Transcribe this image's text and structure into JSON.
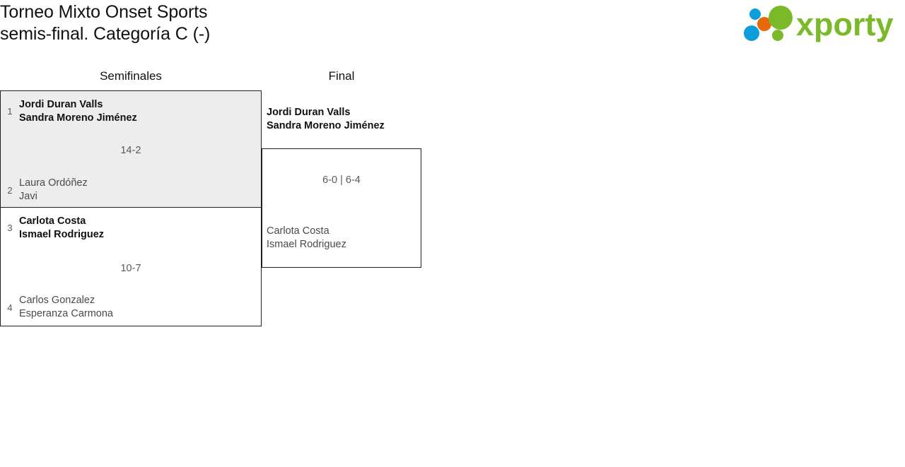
{
  "header": {
    "title": "Torneo Mixto Onset Sports\nsemis-final. Categoría C (-)",
    "brand": {
      "name": "xporty",
      "wordmark": "xporty",
      "colors": {
        "green": "#7ab929",
        "orange": "#e8690b",
        "blue": "#0d9ddb"
      }
    }
  },
  "bracket": {
    "rounds": [
      {
        "id": "semifinals",
        "label": "Semifinales"
      },
      {
        "id": "final",
        "label": "Final"
      }
    ],
    "matches": [
      {
        "id": "sf1",
        "round": "semifinals",
        "highlighted": true,
        "score": "14-2",
        "top": {
          "seed": "1",
          "players": "Jordi Duran Valls\nSandra Moreno Jiménez",
          "result": "winner"
        },
        "bottom": {
          "seed": "2",
          "players": "Laura Ordóñez\nJavi",
          "result": "loser"
        }
      },
      {
        "id": "sf2",
        "round": "semifinals",
        "highlighted": false,
        "score": "10-7",
        "top": {
          "seed": "3",
          "players": "Carlota Costa\nIsmael Rodriguez",
          "result": "winner"
        },
        "bottom": {
          "seed": "4",
          "players": "Carlos Gonzalez\nEsperanza Carmona",
          "result": "loser"
        }
      },
      {
        "id": "final",
        "round": "final",
        "highlighted": false,
        "score": "6-0 | 6-4",
        "top": {
          "seed": "",
          "players": "Jordi Duran Valls\nSandra Moreno Jiménez",
          "result": "winner"
        },
        "bottom": {
          "seed": "",
          "players": "Carlota Costa\nIsmael Rodriguez",
          "result": "loser"
        }
      }
    ]
  }
}
